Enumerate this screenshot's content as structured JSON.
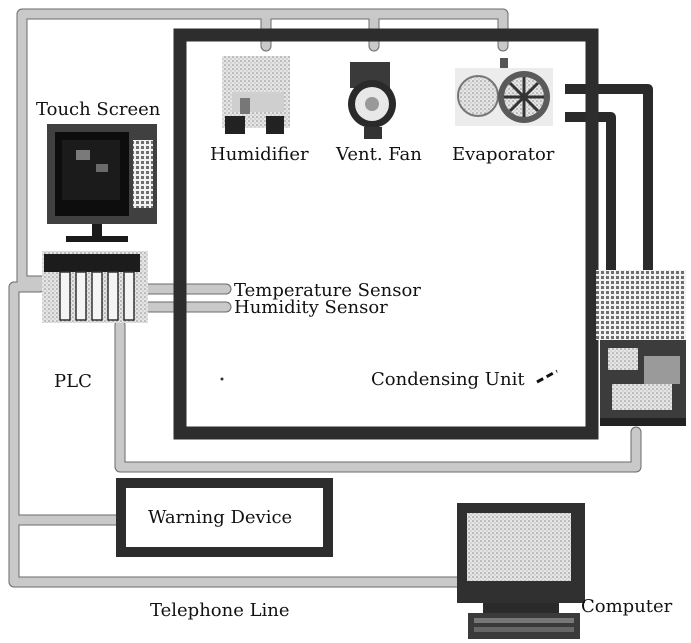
{
  "labels": {
    "touch_screen": "Touch Screen",
    "humidifier": "Humidifier",
    "vent_fan": "Vent. Fan",
    "evaporator": "Evaporator",
    "temperature_sensor": "Temperature Sensor",
    "humidity_sensor": "Humidity Sensor",
    "plc": "PLC",
    "condensing_unit": "Condensing Unit",
    "warning_device": "Warning Device",
    "telephone_line": "Telephone Line",
    "computer": "Computer"
  }
}
